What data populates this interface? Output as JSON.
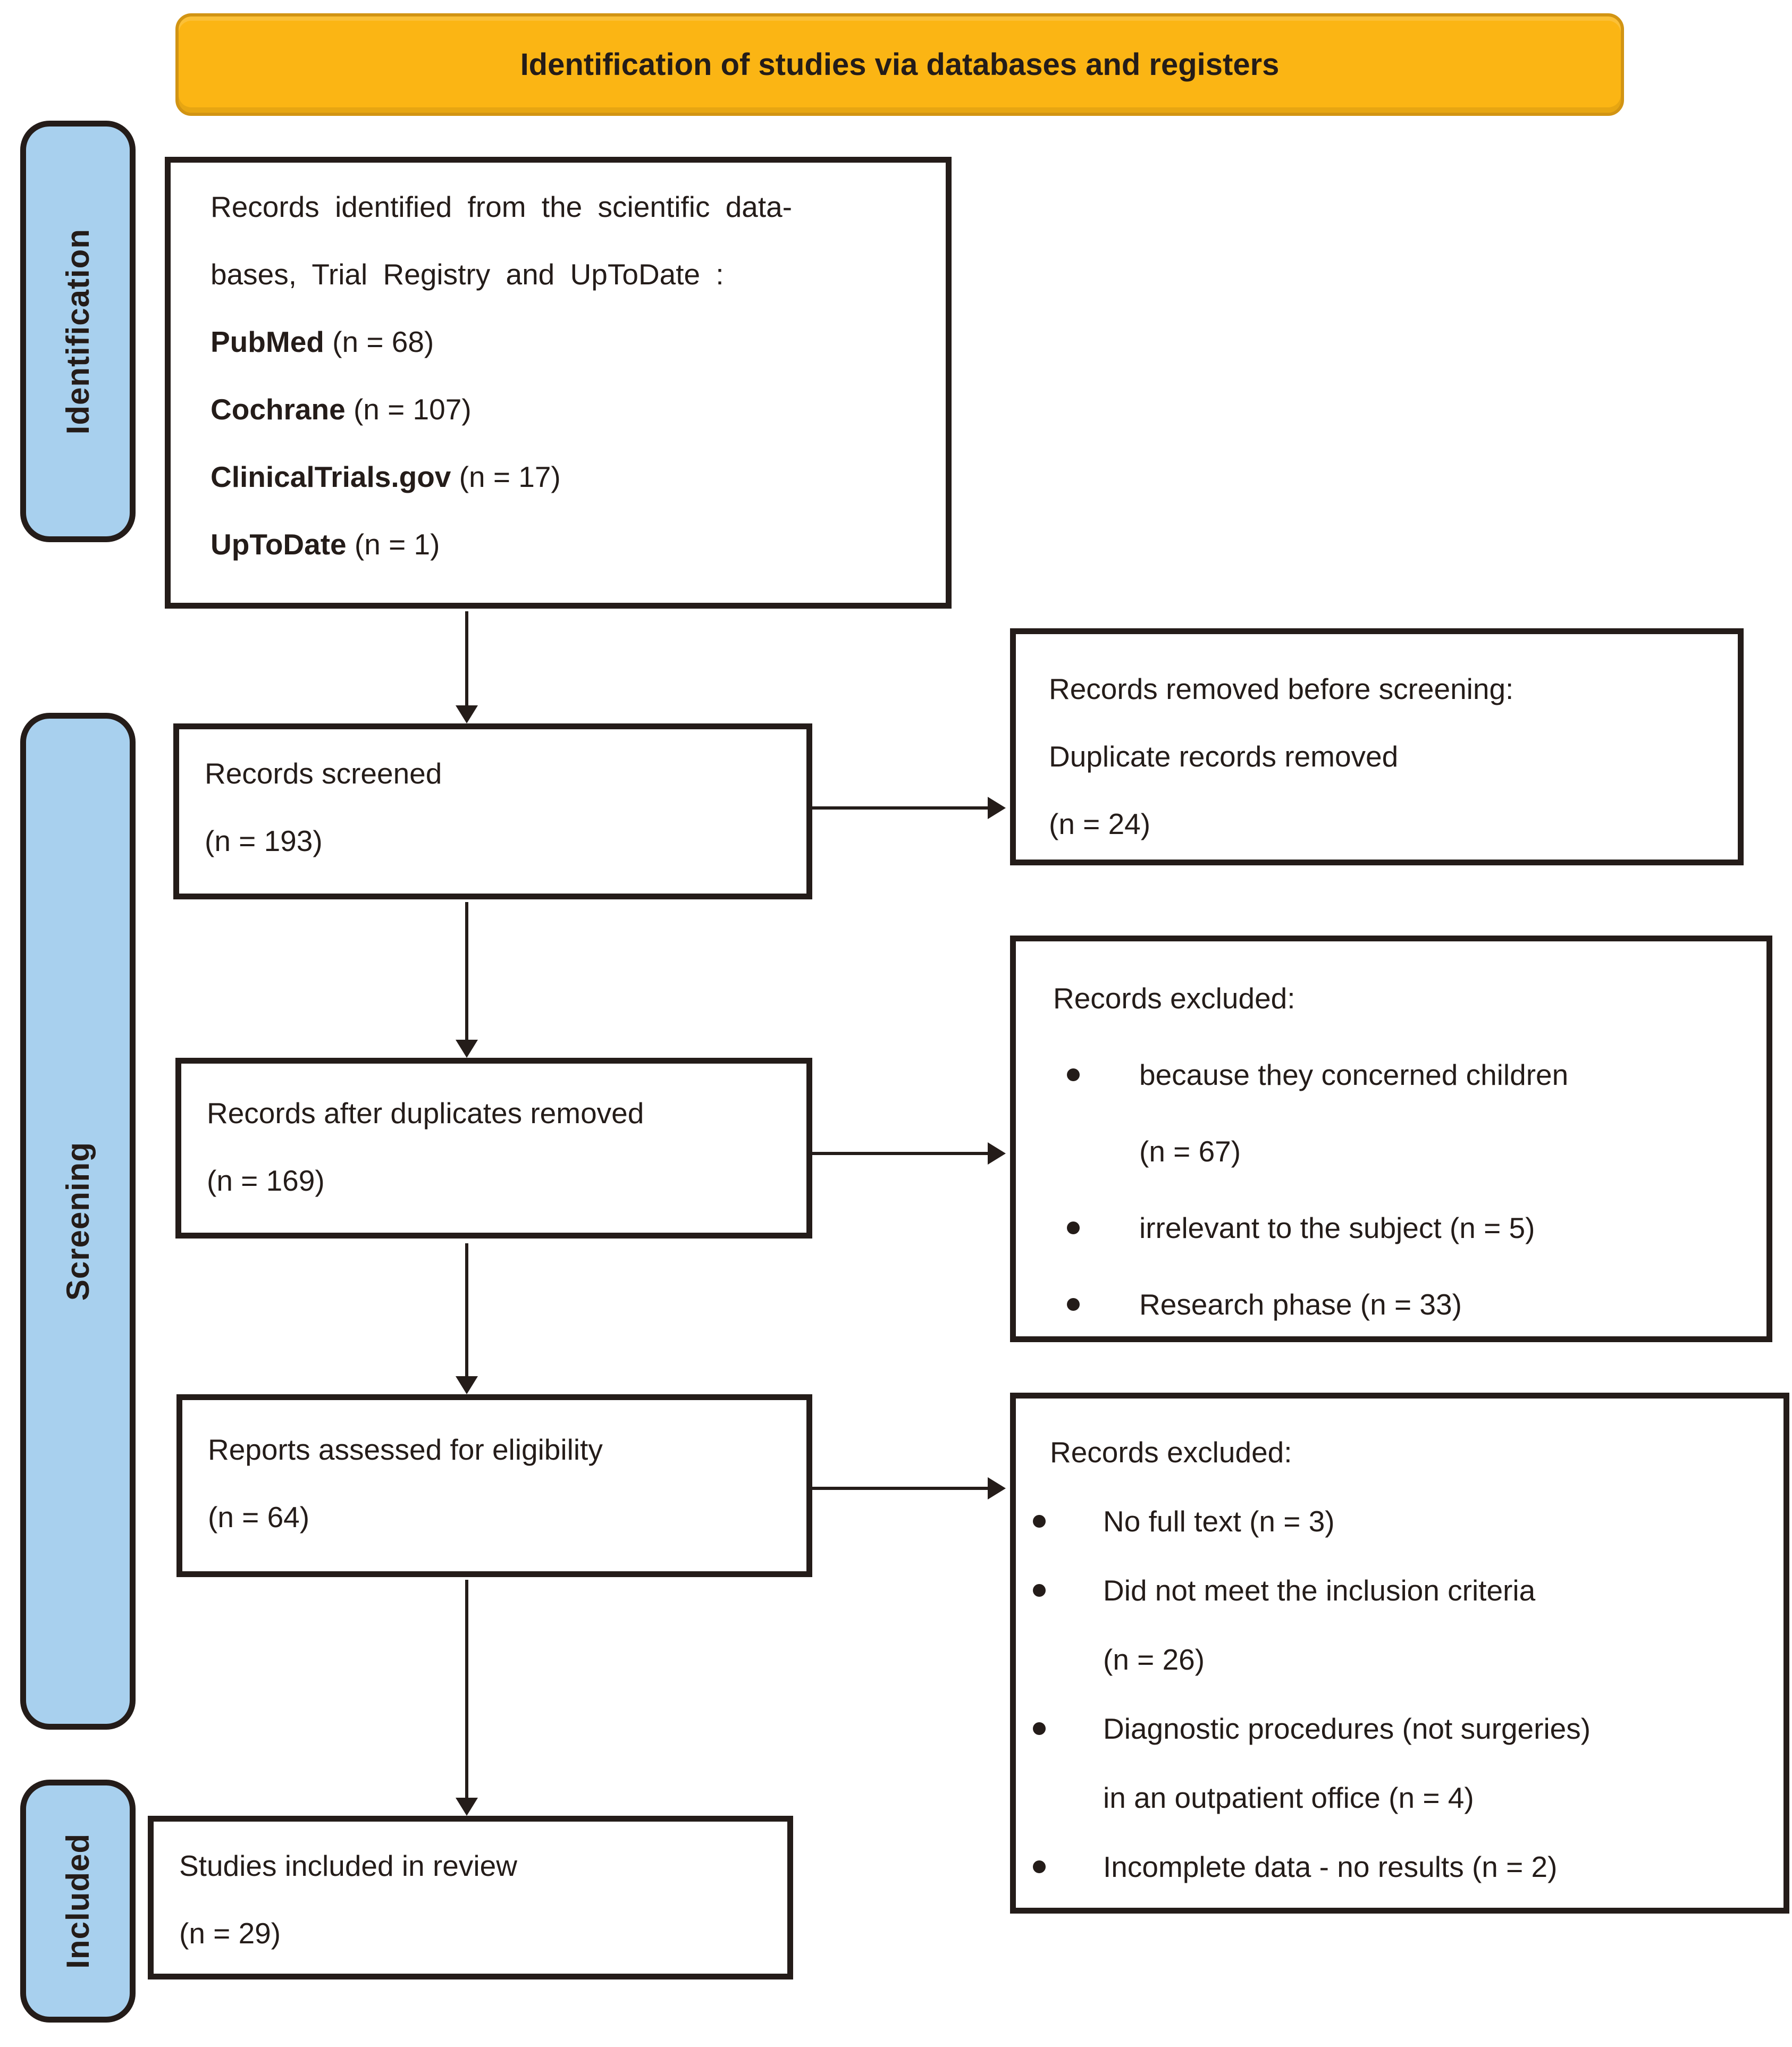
{
  "banner": {
    "title": "Identification of studies via databases and registers"
  },
  "stages": {
    "identification": "Identification",
    "screening": "Screening",
    "included": "Included"
  },
  "boxes": {
    "identified": {
      "lines": [
        {
          "bold": "",
          "rest": "Records identified from the scientific data-"
        },
        {
          "bold": "",
          "rest": "bases, Trial Registry and UpToDate :"
        },
        {
          "bold": "PubMed",
          "rest": " (n = 68)"
        },
        {
          "bold": "Cochrane",
          "rest": " (n = 107)"
        },
        {
          "bold": "ClinicalTrials.gov",
          "rest": " (n = 17)"
        },
        {
          "bold": "UpToDate",
          "rest": " (n = 1)"
        }
      ]
    },
    "screened": {
      "lines": [
        "Records screened",
        "(n = 193)"
      ]
    },
    "after_duplicates": {
      "lines": [
        "Records after duplicates removed",
        "(n = 169)"
      ]
    },
    "assessed": {
      "lines": [
        "Reports assessed for eligibility",
        "(n = 64)"
      ]
    },
    "included": {
      "lines": [
        "Studies included in review",
        "(n = 29)"
      ]
    },
    "removed_before_screening": {
      "title": "Records removed before screening:",
      "lines": [
        "Duplicate records removed",
        "(n = 24)"
      ]
    },
    "excluded_screening": {
      "title": "Records excluded:",
      "bullets": [
        {
          "lines": [
            "because they concerned children",
            "(n = 67)"
          ]
        },
        {
          "lines": [
            "irrelevant to the subject (n = 5)"
          ]
        },
        {
          "lines": [
            "Research phase (n = 33)"
          ]
        }
      ]
    },
    "excluded_eligibility": {
      "title": "Records excluded:",
      "bullets": [
        {
          "lines": [
            "No full text (n = 3)"
          ]
        },
        {
          "lines": [
            "Did not meet the inclusion criteria",
            "(n = 26)"
          ]
        },
        {
          "lines": [
            "Diagnostic procedures (not surgeries)",
            "in an outpatient office (n = 4)"
          ]
        },
        {
          "lines": [
            "Incomplete data - no results (n = 2)"
          ]
        }
      ]
    }
  },
  "colors": {
    "banner_fill": "#FBB514",
    "banner_border": "#D29413",
    "label_fill": "#A8D0EE",
    "stroke": "#241C19",
    "text": "#241C19"
  }
}
